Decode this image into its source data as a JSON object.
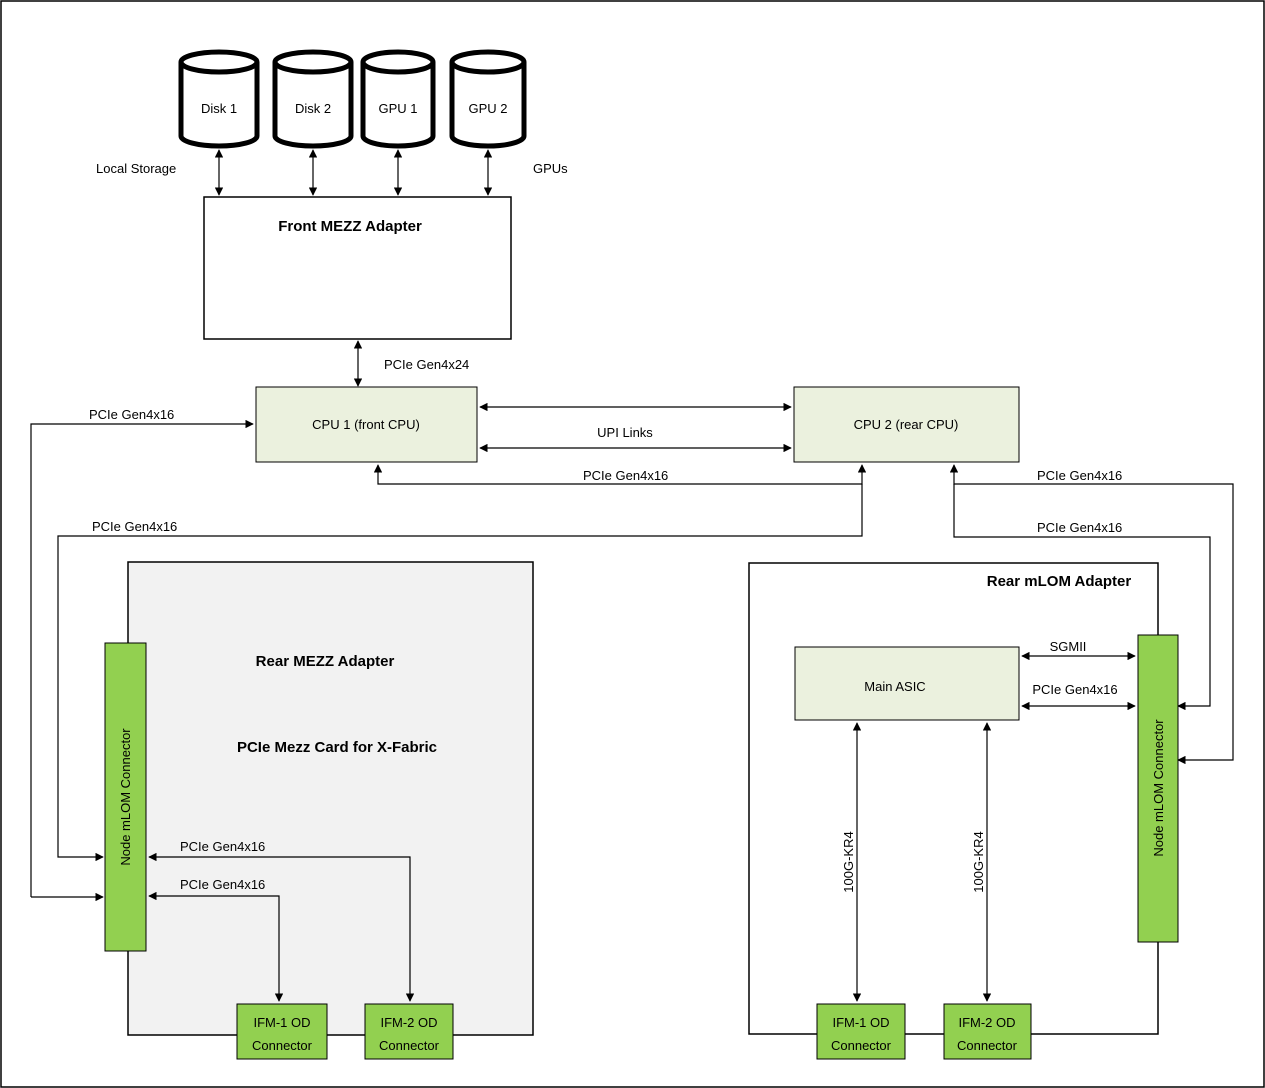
{
  "storage": {
    "disk1": "Disk 1",
    "disk2": "Disk 2",
    "gpu1": "GPU 1",
    "gpu2": "GPU 2",
    "local_storage": "Local Storage",
    "gpus": "GPUs"
  },
  "front_mezz": {
    "title": "Front  MEZZ Adapter"
  },
  "cpu1": {
    "label": "CPU 1 (front CPU)"
  },
  "cpu2": {
    "label": "CPU 2  (rear CPU)"
  },
  "links": {
    "front_to_cpu1": "PCIe Gen4x24",
    "upi": "UPI Links",
    "cpu1_left": "PCIe Gen4x16",
    "cpu1_cpu2_bottom": "PCIe Gen4x16",
    "cpu2_left_down": "PCIe Gen4x16",
    "cpu2_right_outer": "PCIe Gen4x16",
    "cpu2_right_inner": "PCIe Gen4x16"
  },
  "rear_mezz": {
    "title": "Rear MEZZ Adapter",
    "subtitle": "PCIe Mezz Card for X-Fabric",
    "connector": "Node mLOM Connector",
    "link_ifm2": "PCIe Gen4x16",
    "link_ifm1": "PCIe Gen4x16",
    "ifm1_line1": "IFM-1 OD",
    "ifm1_line2": "Connector",
    "ifm2_line1": "IFM-2 OD",
    "ifm2_line2": "Connector"
  },
  "rear_mlom": {
    "title": "Rear mLOM Adapter",
    "asic": "Main ASIC",
    "sgmii": "SGMII",
    "pcie": "PCIe Gen4x16",
    "connector": "Node mLOM Connector",
    "kr4_1": "100G-KR4",
    "kr4_2": "100G-KR4",
    "ifm1_line1": "IFM-1 OD",
    "ifm1_line2": "Connector",
    "ifm2_line1": "IFM-2 OD",
    "ifm2_line2": "Connector"
  },
  "colors": {
    "cpu_fill": "#ebf1de",
    "connector_green": "#92d050",
    "rear_mezz_fill": "#f2f2f2"
  }
}
